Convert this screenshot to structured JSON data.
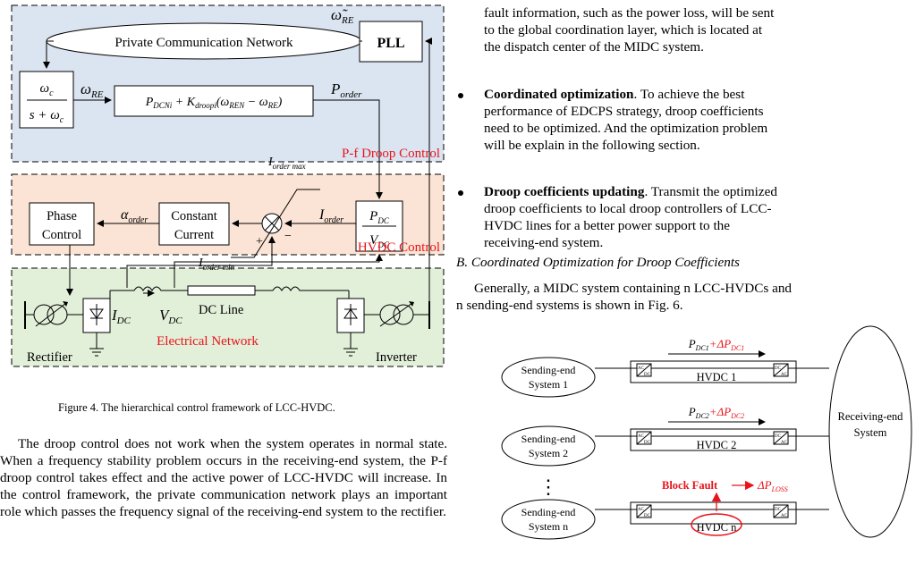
{
  "figure4": {
    "caption": "Figure 4.   The hierarchical control framework of LCC-HVDC.",
    "pf_block": {
      "network_label": "Private Communication Network",
      "pll_label": "PLL",
      "omega_tilde": "ω̃",
      "omega_tilde_sub": "RE",
      "omega": "ω",
      "omega_sub": "RE",
      "filter_num": "ω",
      "filter_num_sub": "c",
      "filter_den": "s + ω",
      "filter_den_sub": "c",
      "droop_formula": "P_DCNi + K_droopi(ω_REN − ω_RE)",
      "p_order": "P",
      "p_order_sub": "order",
      "region_label": "P-f Droop Control"
    },
    "hvdc_block": {
      "phase_control": [
        "Phase",
        "Control"
      ],
      "constant_current": [
        "Constant",
        "Current"
      ],
      "alpha": "α",
      "alpha_sub": "order",
      "i_order": "I",
      "i_order_sub": "order",
      "i_max": "I",
      "i_max_sub": "order max",
      "i_min": "I",
      "i_min_sub": "order min",
      "pdc": "P",
      "pdc_sub": "DC",
      "vdc": "V",
      "vdc_sub": "DC",
      "plus": "+",
      "minus": "−",
      "region_label": "HVDC Control"
    },
    "network_block": {
      "idc": "I",
      "idc_sub": "DC",
      "vdc": "V",
      "vdc_sub": "DC",
      "dc_line": "DC Line",
      "region_label": "Electrical Network",
      "rectifier": "Rectifier",
      "inverter": "Inverter"
    }
  },
  "left_paragraph": "The droop control does not work when the system operates in normal state. When a frequency stability problem occurs in the receiving-end system, the P-f droop control takes effect and the active power of LCC-HVDC will increase. In the control framework, the private communication network plays an important role which passes the frequency signal of the receiving-end system to the rectifier.",
  "right_top_lines": [
    "fault information, such as the power loss, will be sent",
    "to the global coordination layer, which is located at",
    "the dispatch center of the MIDC system."
  ],
  "bullets": [
    {
      "title": "Coordinated optimization",
      "lines": [
        "Coordinated optimization. To achieve the best",
        "performance of EDCPS strategy, droop coefficients",
        "need to be optimized. And the optimization problem",
        "will be explain in the following section."
      ]
    },
    {
      "title": "Droop coefficients updating",
      "lines": [
        "Droop coefficients updating. Transmit the optimized",
        "droop coefficients to local droop controllers of LCC-",
        "HVDC lines for a better power support to the",
        "receiving-end system."
      ]
    }
  ],
  "section_heading": "B.    Coordinated Optimization for Droop Coefficients",
  "section_paragraph_lines": [
    "Generally, a MIDC system containing n LCC-HVDCs and",
    "n sending-end systems is shown in Fig. 6."
  ],
  "figure6": {
    "sending1": [
      "Sending-end",
      "System 1"
    ],
    "sending2": [
      "Sending-end",
      "System 2"
    ],
    "sendingn": [
      "Sending-end",
      "System n"
    ],
    "receiving": [
      "Receiving-end",
      "System"
    ],
    "hvdc1": "HVDC 1",
    "hvdc2": "HVDC 2",
    "hvdcn": "HVDC n",
    "p1": "P",
    "p1_sub": "DC1",
    "dp1": "+ΔP",
    "dp1_sub": "DC1",
    "p2": "P",
    "p2_sub": "DC2",
    "dp2": "+ΔP",
    "dp2_sub": "DC2",
    "block_fault": "Block Fault",
    "loss": "ΔP",
    "loss_sub": "LOSS",
    "ac": "AC",
    "dc": "DC",
    "dots": "⋮"
  }
}
